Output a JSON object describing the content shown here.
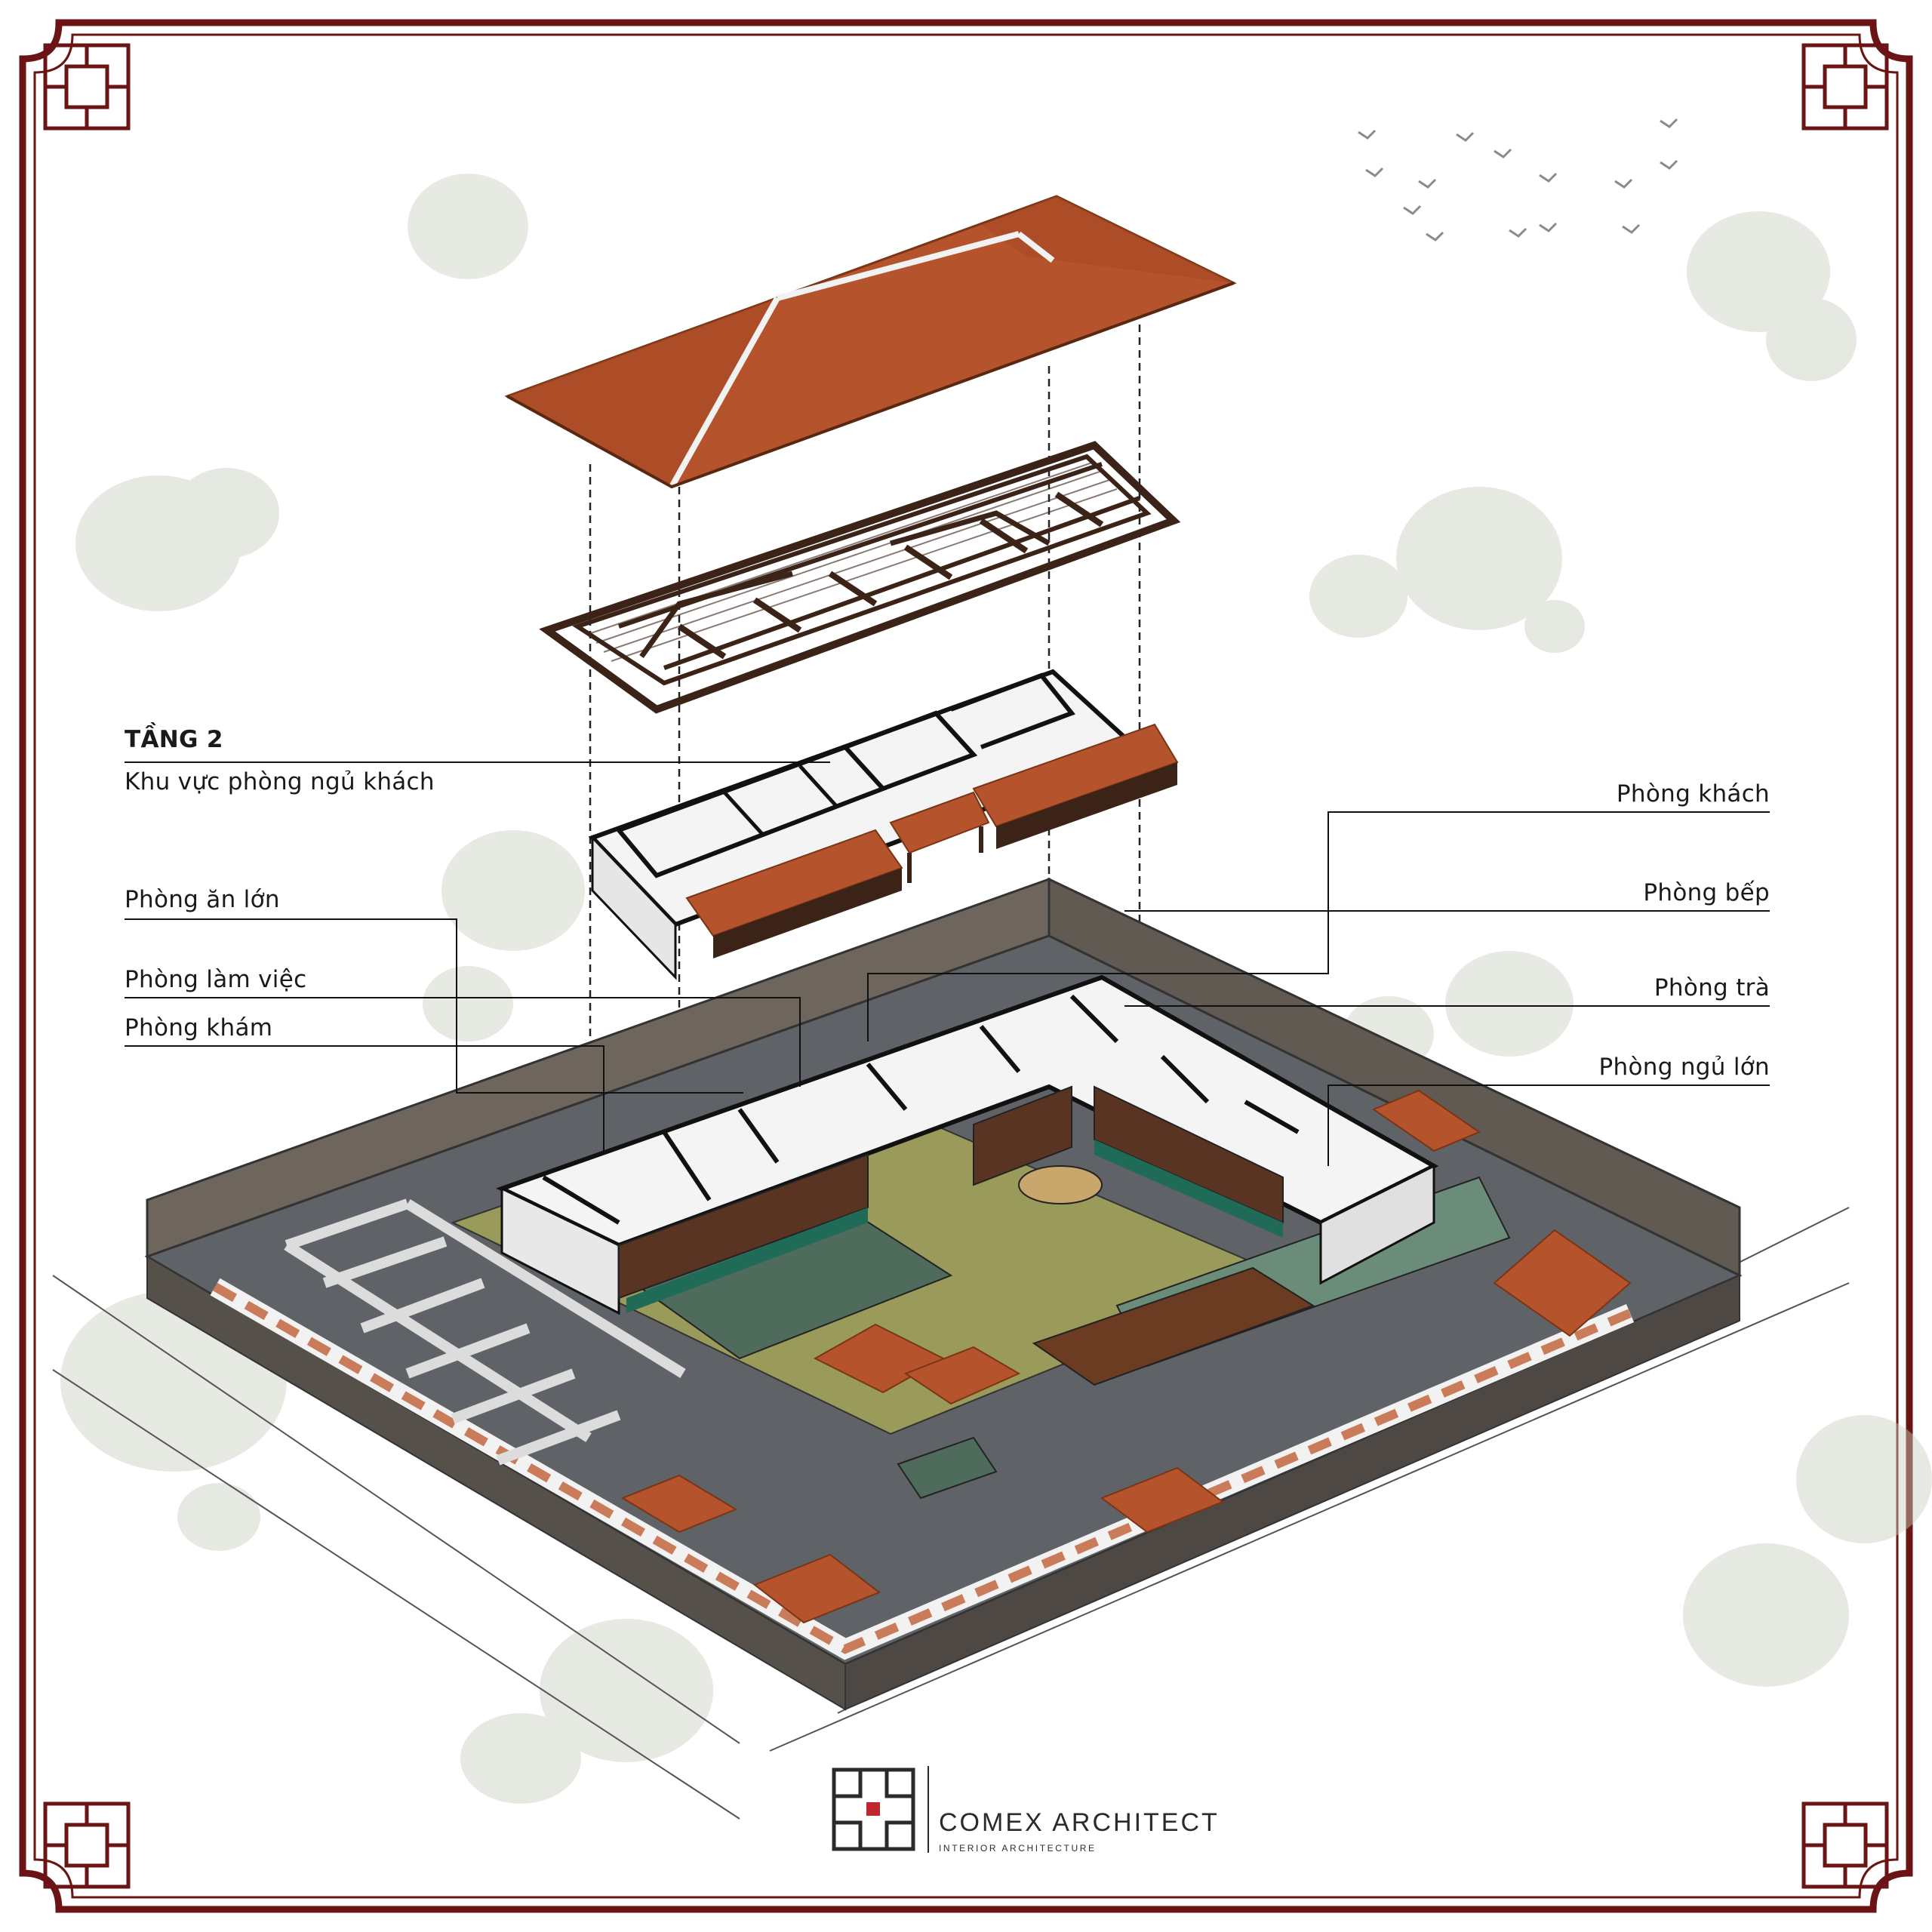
{
  "floor": {
    "title": "TẦNG 2",
    "subtitle": "Khu vực phòng ngủ khách"
  },
  "labels_left": [
    "Phòng ăn lớn",
    "Phòng làm việc",
    "Phòng khám"
  ],
  "labels_right": [
    "Phòng khách",
    "Phòng bếp",
    "Phòng trà",
    "Phòng ngủ lớn"
  ],
  "brand": {
    "name": "COMEX ARCHITECT",
    "tagline": "INTERIOR     ARCHITECTURE"
  },
  "colors": {
    "frame": "#6b1414",
    "roof": "#b5532c",
    "timber": "#3b2417",
    "stone_wall": "#6e665c",
    "lawn": "#9a9a5a",
    "pond": "#4f6b5c",
    "paving": "#5f6266"
  }
}
